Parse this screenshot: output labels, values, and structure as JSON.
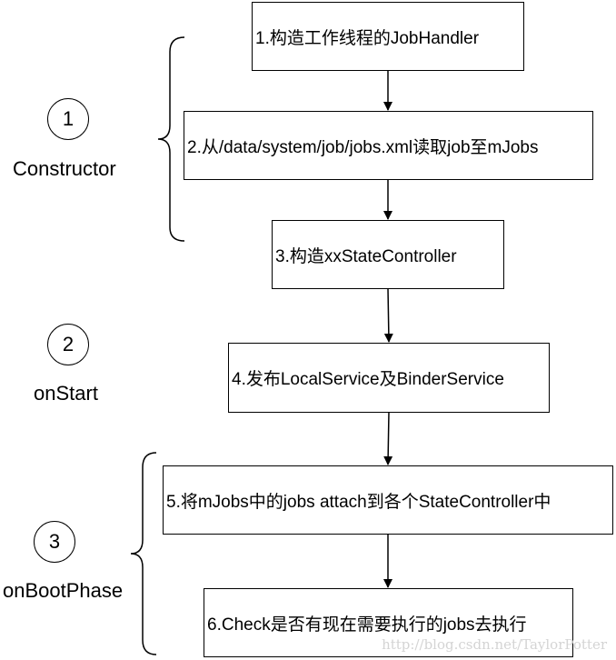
{
  "steps": [
    {
      "label": "1.构造工作线程的JobHandler"
    },
    {
      "label": "2.从/data/system/job/jobs.xml读取job至mJobs"
    },
    {
      "label": "3.构造xxStateController"
    },
    {
      "label": "4.发布LocalService及BinderService"
    },
    {
      "label": "5.将mJobs中的jobs attach到各个StateController中"
    },
    {
      "label": "6.Check是否有现在需要执行的jobs去执行"
    }
  ],
  "phases": [
    {
      "number": "1",
      "name": "Constructor"
    },
    {
      "number": "2",
      "name": "onStart"
    },
    {
      "number": "3",
      "name": "onBootPhase"
    }
  ],
  "watermark": "http://blog.csdn.net/TaylorPotter",
  "colors": {
    "stroke": "#000000",
    "background": "#ffffff",
    "watermark": "#d4d4d4"
  }
}
